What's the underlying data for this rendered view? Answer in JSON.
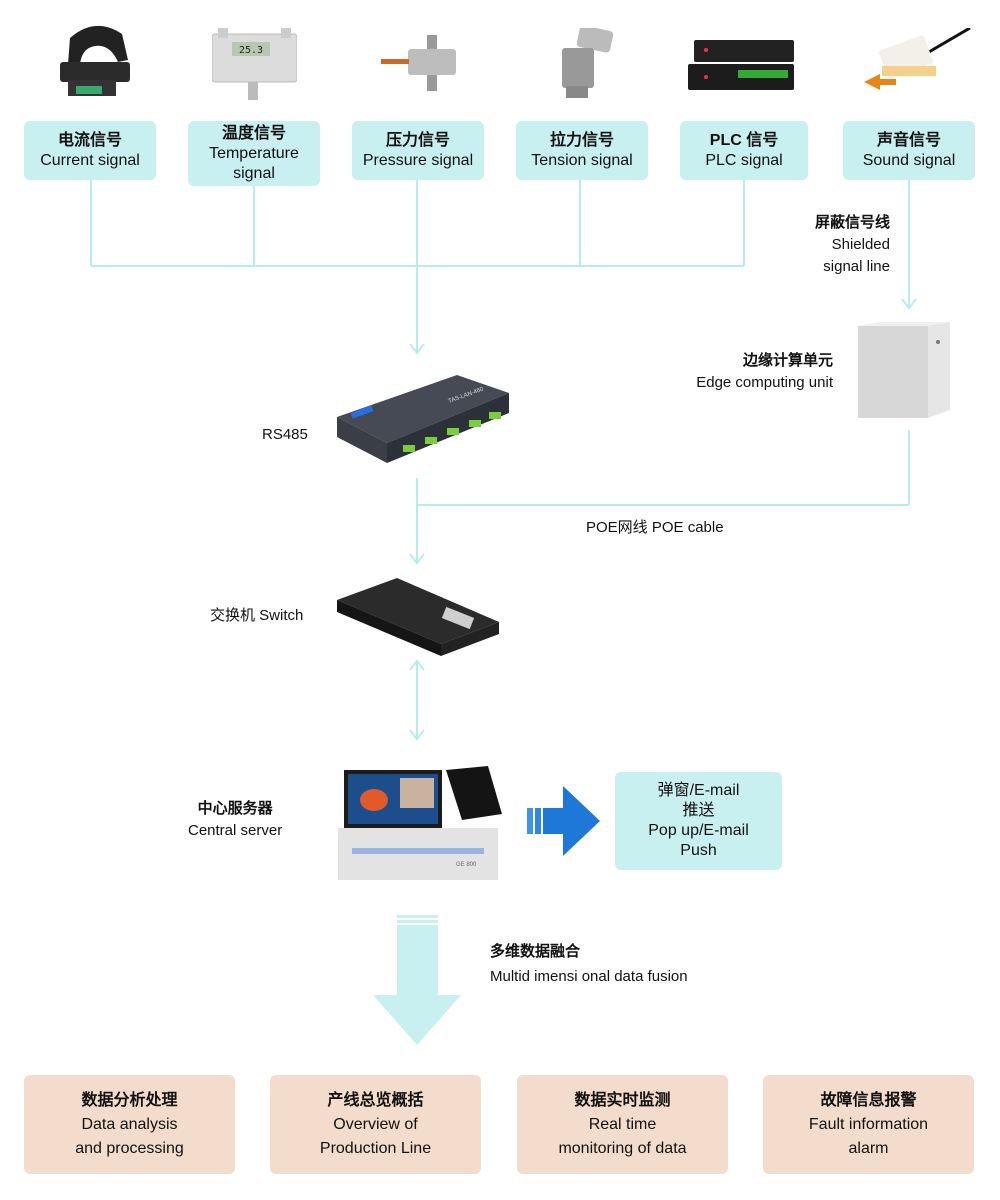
{
  "signals": [
    {
      "zh": "电流信号",
      "en": "Current signal"
    },
    {
      "zh": "温度信号",
      "en": "Temperature",
      "en2": "signal",
      "display": "25.3"
    },
    {
      "zh": "压力信号",
      "en": "Pressure signal"
    },
    {
      "zh": "拉力信号",
      "en": "Tension signal"
    },
    {
      "zh": "PLC 信号",
      "en": "PLC signal"
    },
    {
      "zh": "声音信号",
      "en": "Sound signal"
    }
  ],
  "shielded": {
    "zh": "屏蔽信号线",
    "en1": "Shielded",
    "en2": "signal line"
  },
  "edge": {
    "zh": "边缘计算单元",
    "en": "Edge computing unit"
  },
  "rs485": {
    "label": "RS485",
    "device_text": "TAS-LAN-460"
  },
  "poe": {
    "label": "POE网线 POE cable"
  },
  "switch": {
    "label": "交换机 Switch"
  },
  "server": {
    "zh": "中心服务器",
    "en": "Central server",
    "device_text": "GE 800"
  },
  "push": {
    "zh1": "弹窗/E-mail",
    "zh2": "推送",
    "en1": "Pop up/E-mail",
    "en2": "Push"
  },
  "fusion": {
    "zh": "多维数据融合",
    "en": "Multid imensi onal data fusion"
  },
  "outputs": [
    {
      "zh": "数据分析处理",
      "en1": "Data analysis",
      "en2": "and processing"
    },
    {
      "zh": "产线总览概括",
      "en1": "Overview of",
      "en2": "Production Line"
    },
    {
      "zh": "数据实时监测",
      "en1": "Real time",
      "en2": "monitoring of data"
    },
    {
      "zh": "故障信息报警",
      "en1": "Fault information",
      "en2": "alarm"
    }
  ],
  "colors": {
    "line": "#b8ecec",
    "box": "#c9f0f0",
    "output_box": "#f3dccb",
    "blue_arrow": "#1e78d8"
  }
}
